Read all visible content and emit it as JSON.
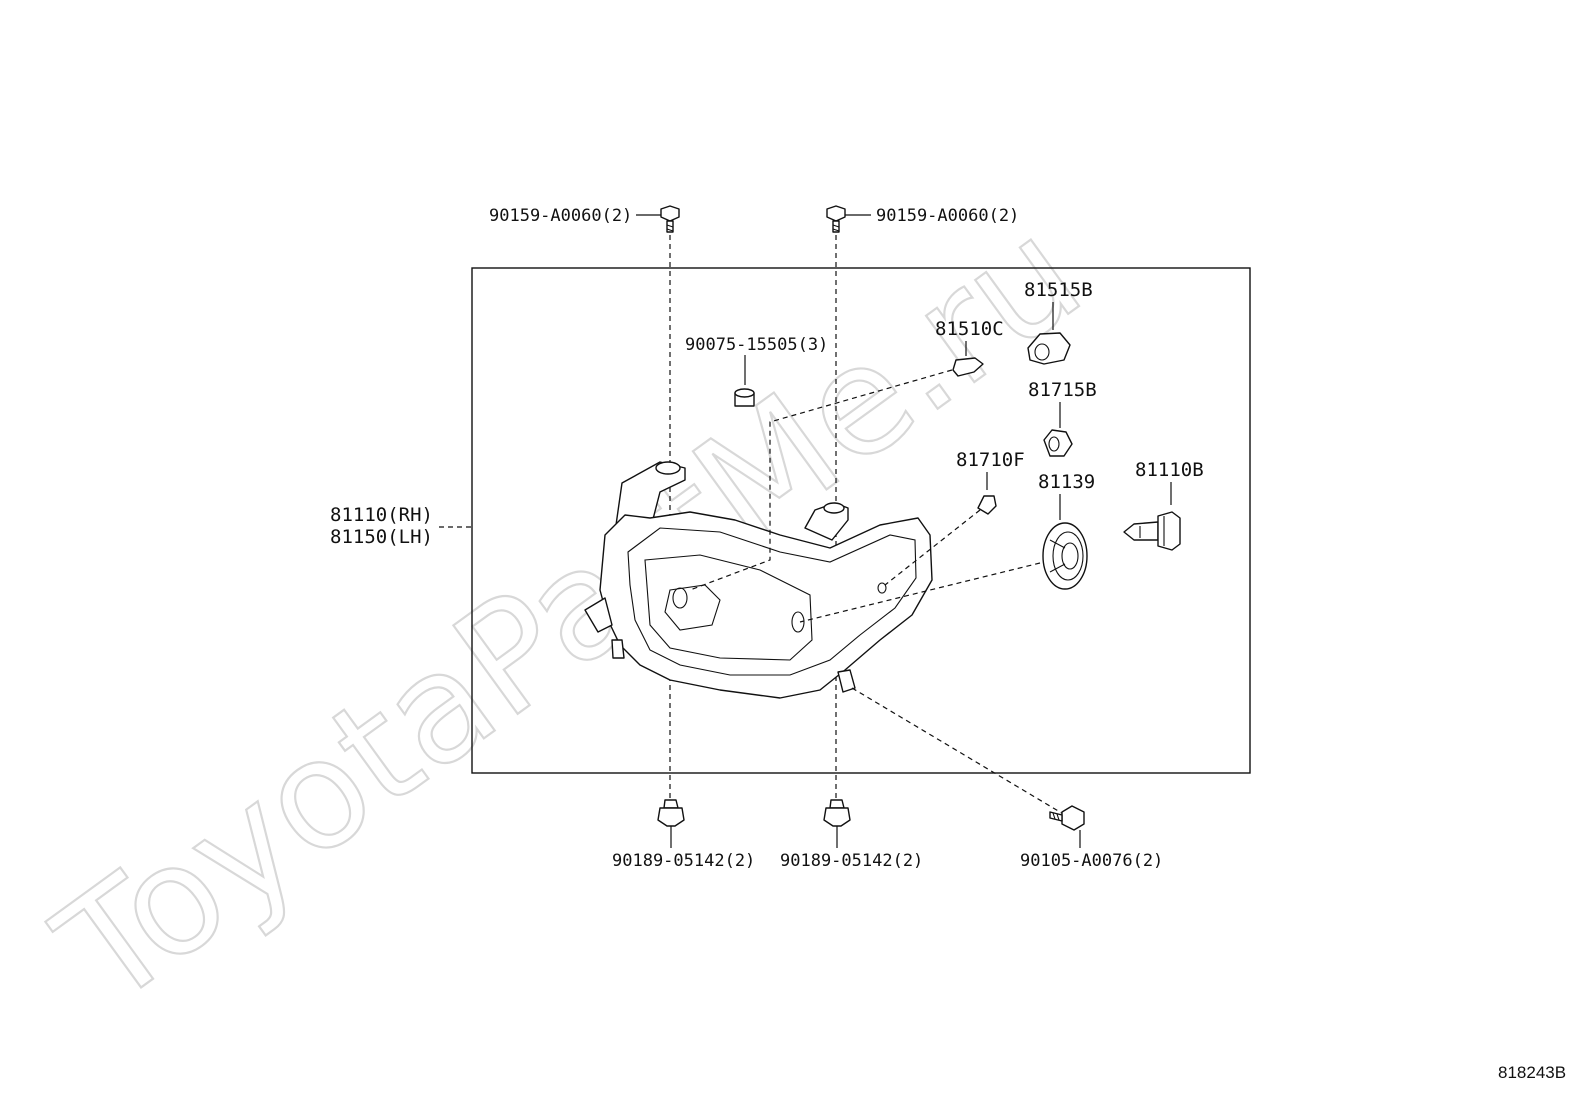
{
  "watermark": "ToyotaPartMe.ru",
  "diagram_ref": "818243B",
  "assembly": {
    "rh": "81110(RH)",
    "lh": "81150(LH)"
  },
  "callouts": {
    "screw_top_left": "90159-A0060(2)",
    "screw_top_right": "90159-A0060(2)",
    "collar": "90075-15505(3)",
    "bulb_81510c": "81510C",
    "socket_81515b": "81515B",
    "socket_81715b": "81715B",
    "bulb_81710f": "81710F",
    "cover_81139": "81139",
    "bulb_81110b": "81110B",
    "grommet_bottom_left": "90189-05142(2)",
    "grommet_bottom_mid": "90189-05142(2)",
    "bolt_bottom_right": "90105-A0076(2)"
  }
}
